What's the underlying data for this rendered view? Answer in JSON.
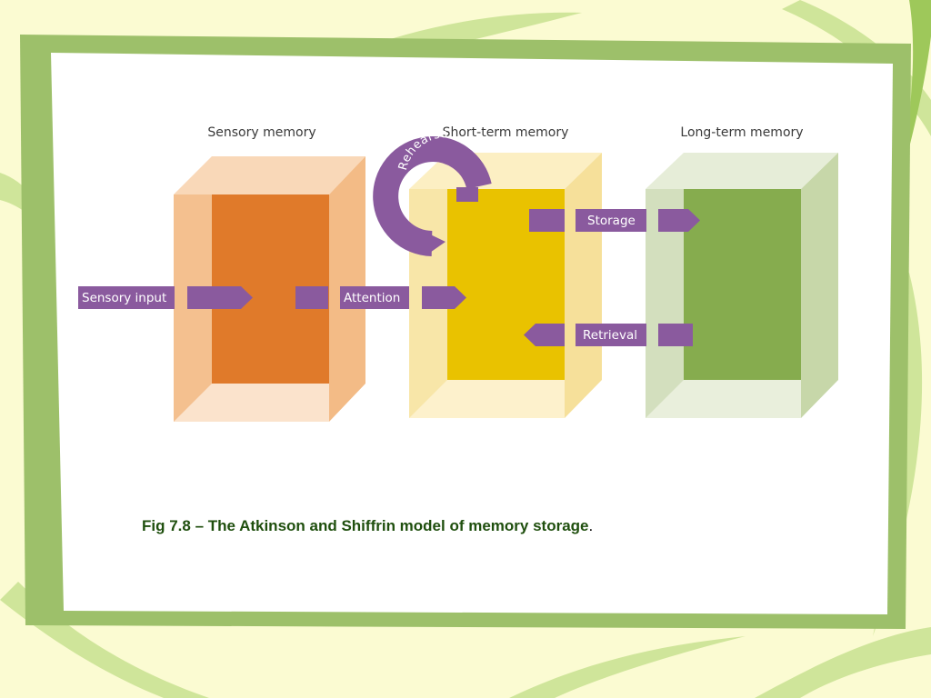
{
  "slide": {
    "caption_text": "Fig 7.8 –  The Atkinson and Shiffrin model of memory storage",
    "caption_end": "."
  },
  "diagram": {
    "stores": [
      {
        "title": "Sensory memory",
        "color": "#e07a2a",
        "frame_color": "#f5c293"
      },
      {
        "title": "Short-term memory",
        "color": "#e9c200",
        "frame_color": "#f7e7a3"
      },
      {
        "title": "Long-term memory",
        "color": "#86ac4e",
        "frame_color": "#cfdcb4"
      }
    ],
    "arrows": {
      "sensory_input": "Sensory input",
      "attention": "Attention",
      "storage": "Storage",
      "retrieval": "Retrieval",
      "rehearsal": "Rehearsal"
    },
    "arrow_color": "#8a5a9e"
  },
  "theme": {
    "background": "#fbfbd2",
    "frame": "#9dc06a",
    "panel": "#ffffff",
    "caption_color": "#1f4f0e"
  }
}
